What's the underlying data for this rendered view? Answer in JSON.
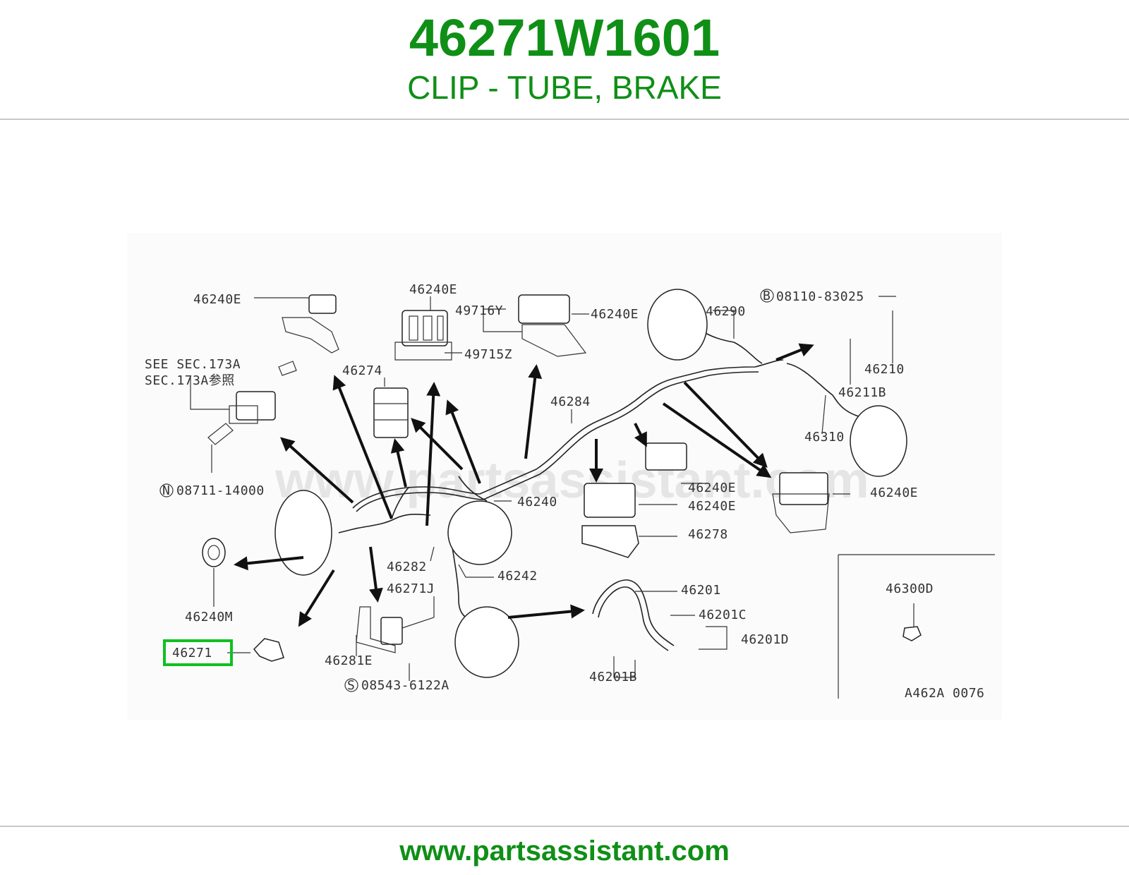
{
  "header": {
    "part_number": "46271W1601",
    "part_name": "CLIP - TUBE, BRAKE"
  },
  "footer": {
    "url": "www.partsassistant.com"
  },
  "diagram": {
    "watermark": "www.partsassistant.com",
    "highlight_color": "#10c020",
    "brand_color": "#0f8f16",
    "labels": {
      "l46240E_a": "46240E",
      "l46240E_b": "46240E",
      "l49716Y": "49716Y",
      "l46240E_c": "46240E",
      "l49715Z": "49715Z",
      "l46290": "46290",
      "l08110": "08110-83025",
      "l08110_prefix": "B",
      "l46210": "46210",
      "l46211B": "46211B",
      "l46310": "46310",
      "see1": "SEE SEC.173A",
      "see2": "SEC.173A参照",
      "l46274": "46274",
      "l46284": "46284",
      "l08711": "08711-14000",
      "l08711_prefix": "N",
      "l46240E_d": "46240E",
      "l46240E_e": "46240E",
      "l46240E_f": "46240E",
      "l46240": "46240",
      "l46278": "46278",
      "l46282": "46282",
      "l46242": "46242",
      "l46240M": "46240M",
      "l46271J": "46271J",
      "l46271": "46271",
      "l46281E": "46281E",
      "l08543": "08543-6122A",
      "l08543_prefix": "S",
      "l46201": "46201",
      "l46201C": "46201C",
      "l46201D": "46201D",
      "l46201B": "46201B",
      "l46300D": "46300D",
      "ref": "A462A 0076"
    }
  }
}
